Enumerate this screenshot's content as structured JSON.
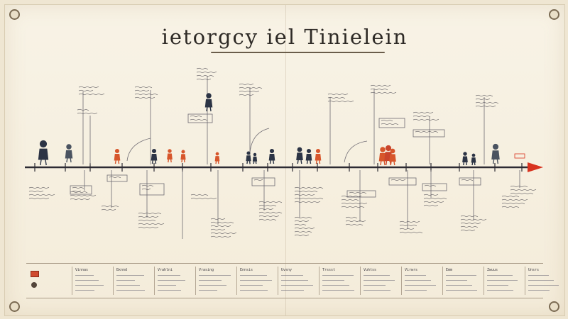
{
  "title": "ietorgcy iel Tinielein",
  "colors": {
    "paper": "#f6efdf",
    "ink": "#3c3a44",
    "accent_red": "#d8331f",
    "figure_orange": "#d7562b",
    "figure_dark": "#2c3445"
  },
  "timeline": {
    "direction": "left-to-right",
    "arrow_color": "#d8331f"
  },
  "bottom_panel": {
    "left_icons": [
      "red-stamp-icon",
      "seal-icon"
    ],
    "columns": [
      "Vinnas",
      "Bxnnd",
      "Vrahlni",
      "Vrasing",
      "Ennsis",
      "Uvsny",
      "Trssst",
      "Vuhtss",
      "Virwrs",
      "Emm",
      "Zwuus",
      "Unsrs"
    ]
  },
  "icons": [
    "pushpin-icon",
    "red-arrow-icon",
    "person-figure-icon",
    "timeline-marker-icon"
  ]
}
